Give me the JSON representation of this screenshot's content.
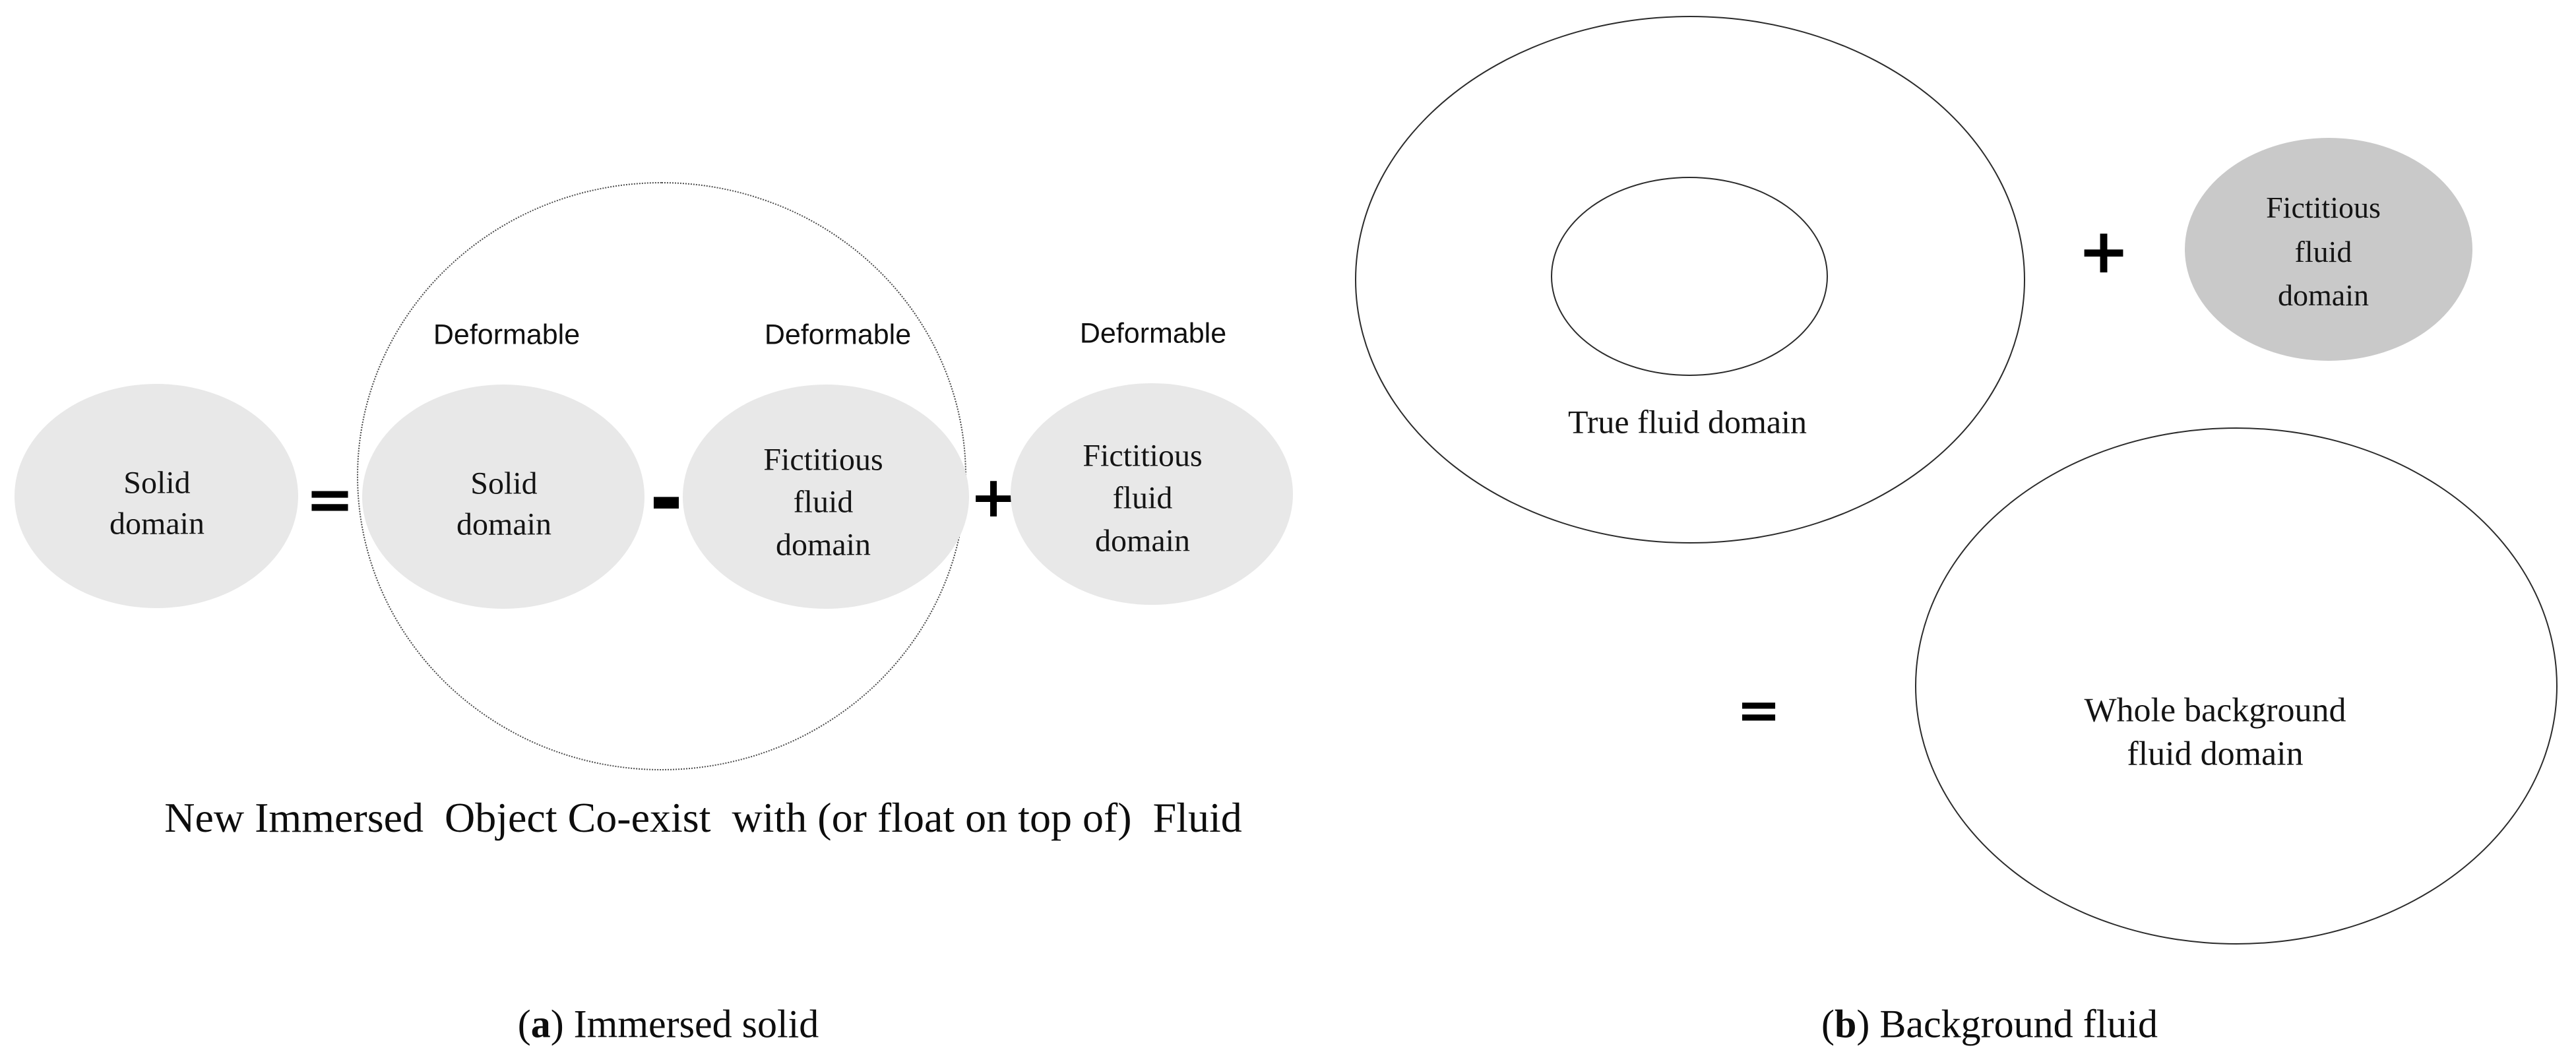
{
  "figure": {
    "colors": {
      "light_gray": "#e8e8e8",
      "dark_gray": "#c9c9c9",
      "outline": "#2b2b2b",
      "text": "#141414"
    },
    "panel_a": {
      "deformable_label_1": "Deformable",
      "deformable_label_2": "Deformable",
      "deformable_label_3": "Deformable",
      "ellipse_solid_left": "Solid\ndomain",
      "ellipse_solid_inner": "Solid\ndomain",
      "ellipse_fictitious_inner": "Fictitious\nfluid\ndomain",
      "ellipse_fictitious_right": "Fictitious\nfluid\ndomain",
      "operator_equals": "=",
      "operator_minus": "-",
      "operator_plus": "+",
      "bottom_note": "New Immersed  Object Co-exist  with (or float on top of)  Fluid",
      "caption": {
        "open": "(",
        "letter": "a",
        "close": ")",
        "text": " Immersed solid"
      }
    },
    "panel_b": {
      "true_fluid_label": "True fluid domain",
      "fictitious_label": "Fictitious\nfluid\ndomain",
      "whole_background_label": "Whole background\nfluid domain",
      "operator_plus": "+",
      "operator_equals": "=",
      "caption": {
        "open": "(",
        "letter": "b",
        "close": ")",
        "text": " Background fluid"
      }
    }
  }
}
